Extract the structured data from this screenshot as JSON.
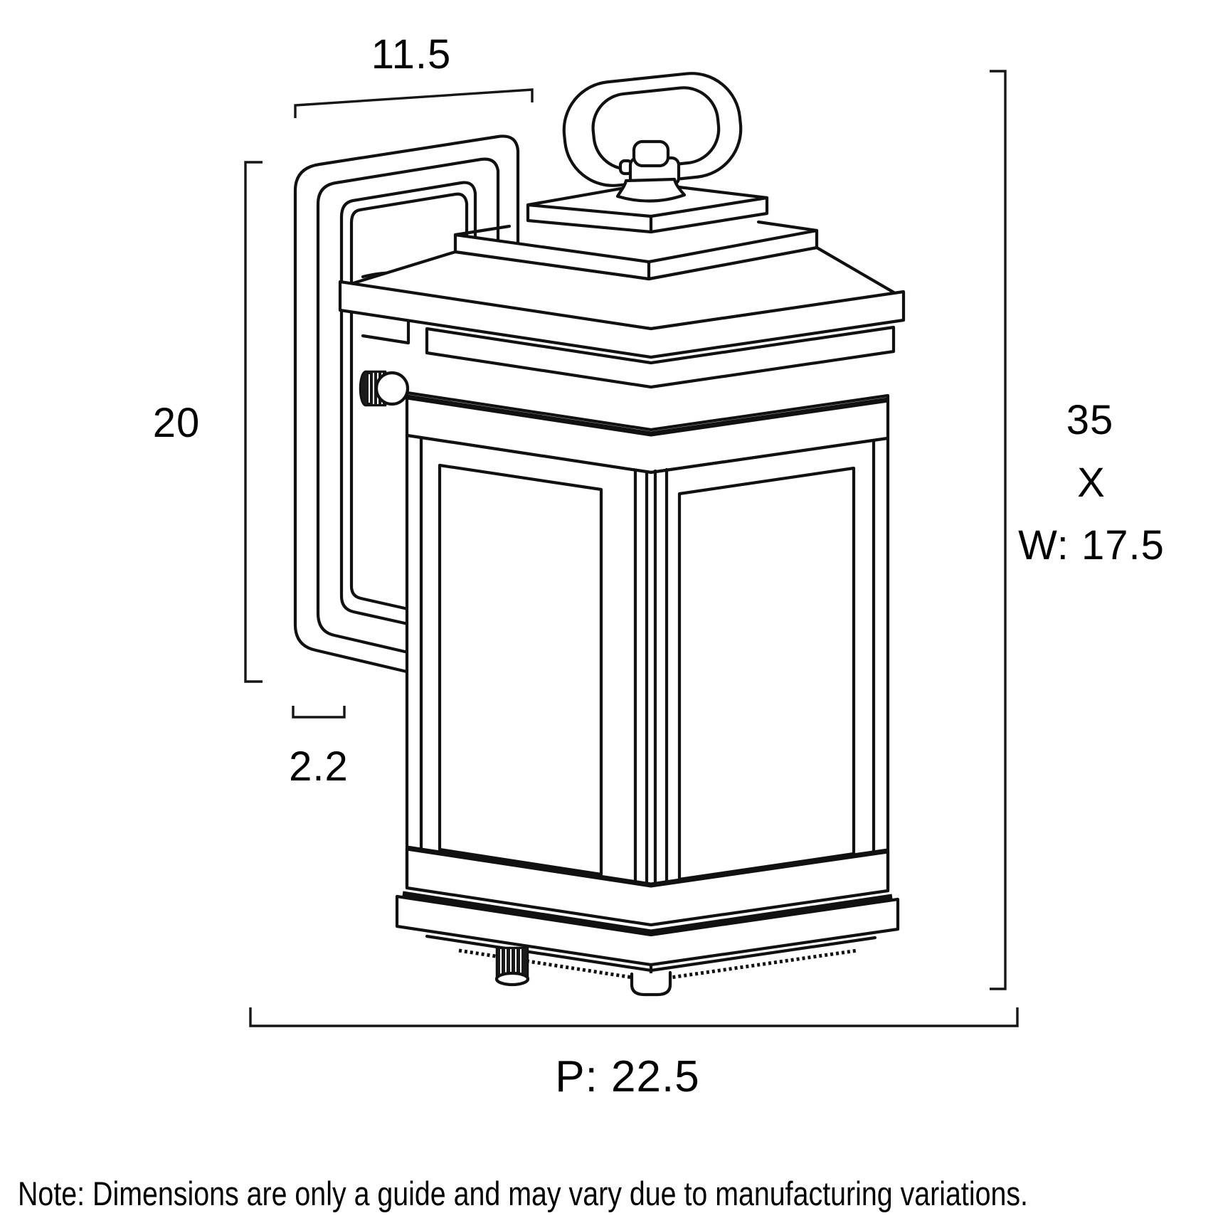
{
  "page": {
    "background": "#ffffff",
    "line_color": "#111111"
  },
  "dimensions": {
    "bracket_width": "11.5",
    "backplate_height": "20",
    "backplate_depth": "2.2",
    "overall_height": "35",
    "multiply": "X",
    "overall_width": "W: 17.5",
    "projection": "P: 22.5"
  },
  "note": "Note: Dimensions are only a guide and may vary due to manufacturing variations."
}
